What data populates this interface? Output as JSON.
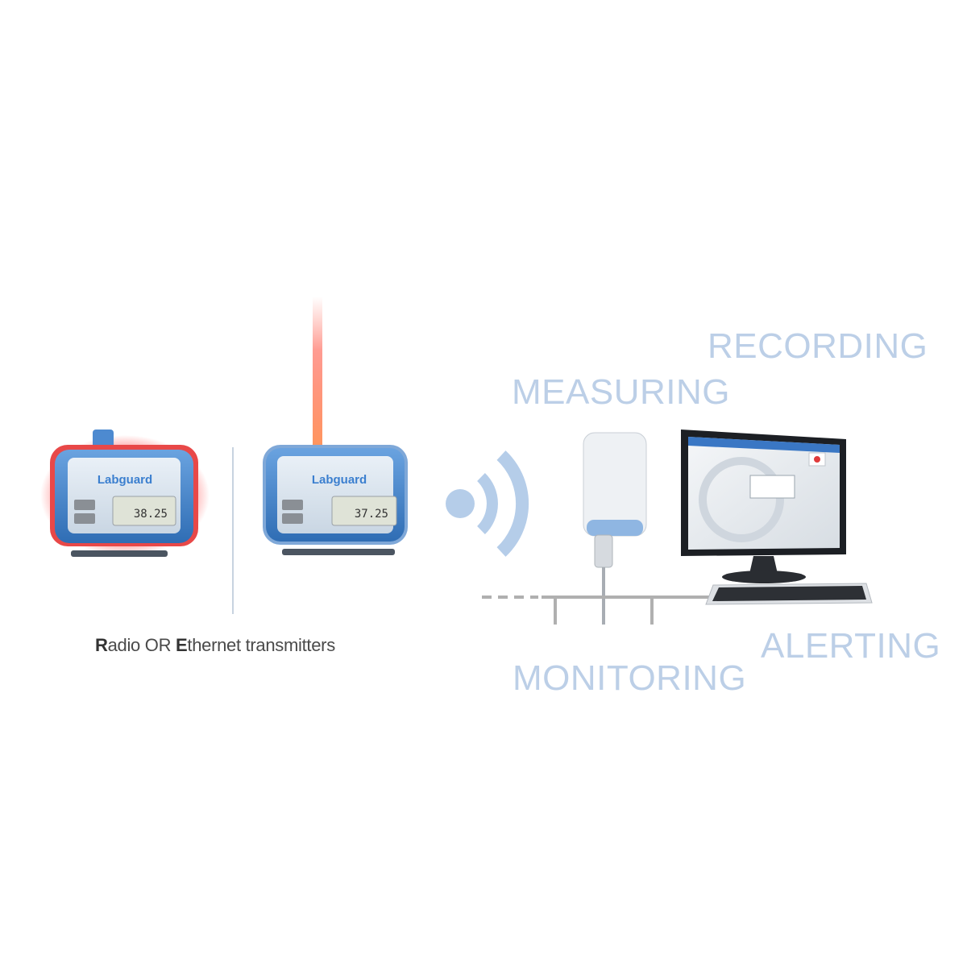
{
  "keywords": {
    "recording": "RECORDING",
    "measuring": "MEASURING",
    "alerting": "ALERTING",
    "monitoring": "MONITORING"
  },
  "caption": {
    "initial_radio": "R",
    "radio_rest": "adio OR ",
    "initial_ethernet": "E",
    "ethernet_rest": "thernet transmitters"
  },
  "transmitter_radio": {
    "brand": "Labguard",
    "reading": "38.25",
    "status": "alarm"
  },
  "transmitter_ethernet": {
    "brand": "Labguard",
    "reading": "37.25",
    "status": "normal"
  },
  "colors": {
    "keyword": "#bccfe7",
    "device_blue": "#3f7fc6",
    "alarm_red": "#e03a3a",
    "signal_blue": "#b5cde9",
    "network_line": "#b0b0b0"
  },
  "icons": [
    "radio-transmitter-icon",
    "ethernet-transmitter-icon",
    "wireless-signal-icon",
    "gateway-receiver-icon",
    "computer-monitor-icon",
    "keyboard-icon"
  ]
}
